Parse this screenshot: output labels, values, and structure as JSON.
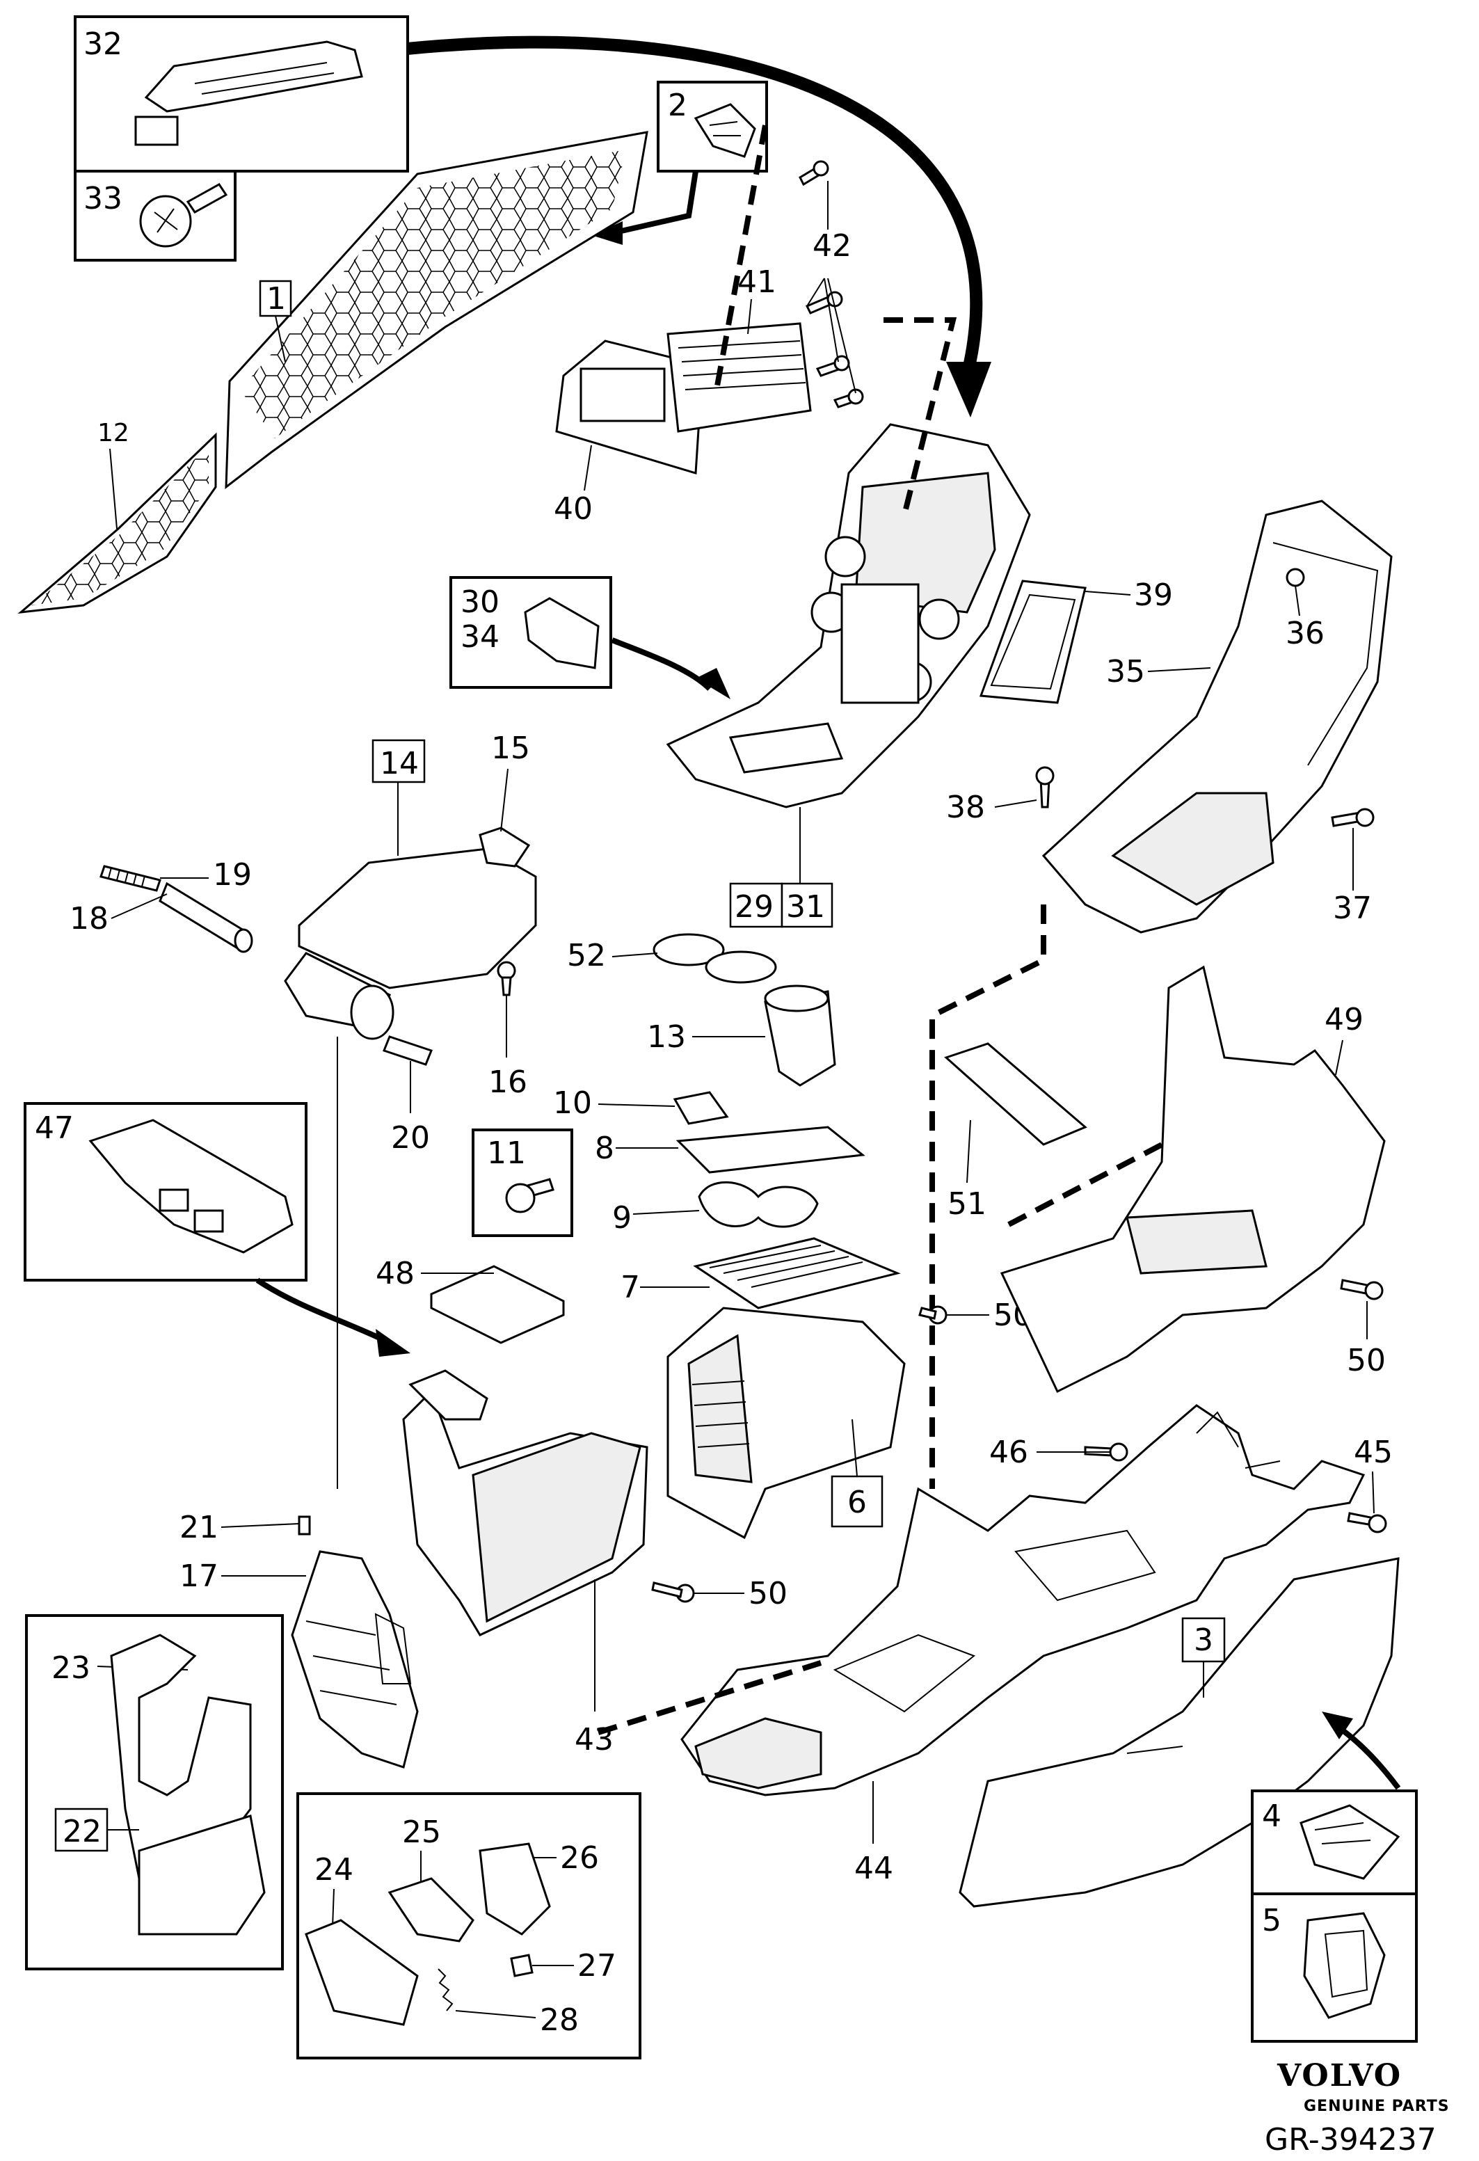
{
  "brand": {
    "name": "VOLVO",
    "tagline": "GENUINE PARTS",
    "drawing_ref": "GR-394237"
  },
  "labels": {
    "p1": "1",
    "p2": "2",
    "p3": "3",
    "p4": "4",
    "p5": "5",
    "p6": "6",
    "p7": "7",
    "p8": "8",
    "p9": "9",
    "p10": "10",
    "p11": "11",
    "p12": "12",
    "p13": "13",
    "p14": "14",
    "p15": "15",
    "p16": "16",
    "p17": "17",
    "p18": "18",
    "p19": "19",
    "p20": "20",
    "p21": "21",
    "p22": "22",
    "p23": "23",
    "p24": "24",
    "p25": "25",
    "p26": "26",
    "p27": "27",
    "p28": "28",
    "p29": "29",
    "p30": "30",
    "p31": "31",
    "p32": "32",
    "p33": "33",
    "p34": "34",
    "p35": "35",
    "p36": "36",
    "p37": "37",
    "p38": "38",
    "p39": "39",
    "p40": "40",
    "p41": "41",
    "p42": "42",
    "p43": "43",
    "p44": "44",
    "p45": "45",
    "p46": "46",
    "p47": "47",
    "p48": "48",
    "p49": "49",
    "p50a": "50",
    "p50b": "50",
    "p50c": "50",
    "p51": "51",
    "p52": "52"
  }
}
